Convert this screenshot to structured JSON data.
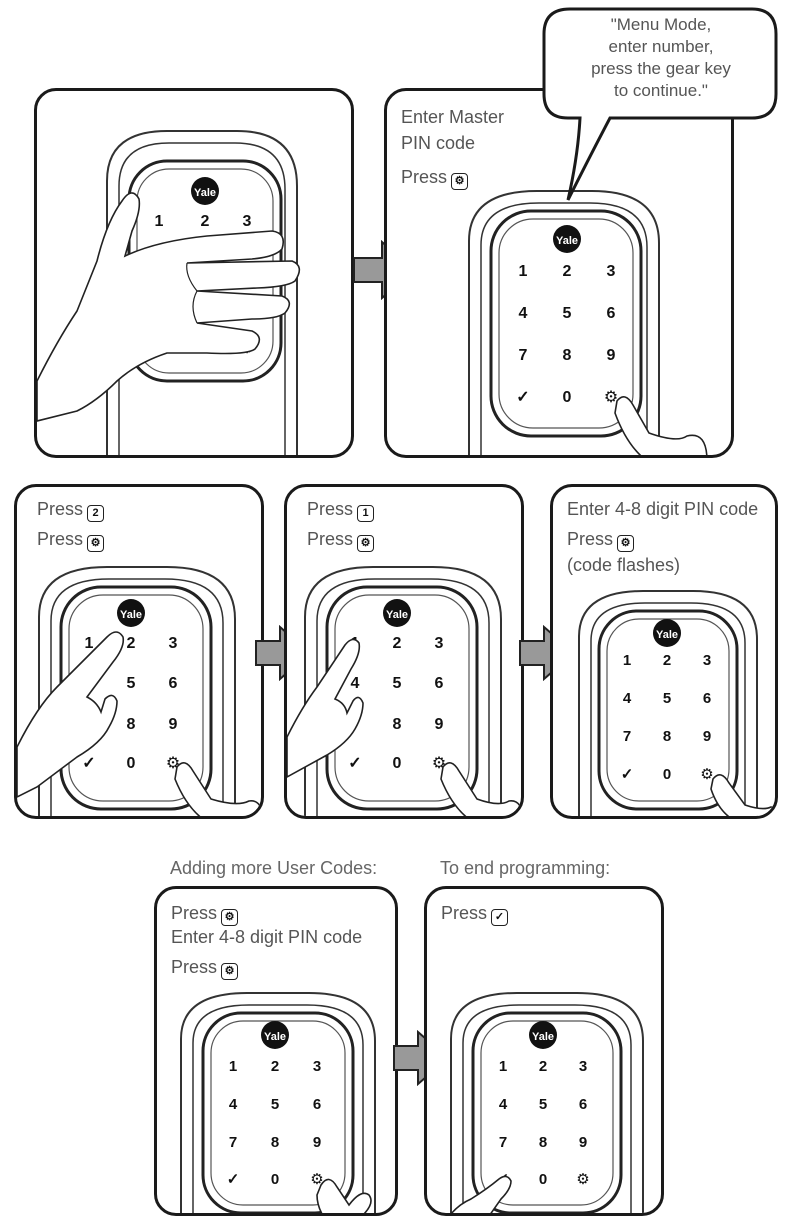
{
  "brand": "Yale",
  "keypad_keys": [
    "1",
    "2",
    "3",
    "4",
    "5",
    "6",
    "7",
    "8",
    "9",
    "✓",
    "0",
    "⚙"
  ],
  "panel1": {},
  "panel2": {
    "line1": "Enter Master",
    "line2": "PIN code",
    "press": "Press",
    "key": "gear"
  },
  "bubble": {
    "line1": "\"Menu Mode,",
    "line2": "enter number,",
    "line3": "press the gear key",
    "line4": "to continue.\""
  },
  "panel3": {
    "press1": "Press",
    "key1": "2",
    "press2": "Press",
    "key2": "gear"
  },
  "panel4": {
    "press1": "Press",
    "key1": "1",
    "press2": "Press",
    "key2": "gear"
  },
  "panel5": {
    "line1": "Enter 4-8 digit PIN code",
    "press": "Press",
    "key": "gear",
    "line3": "(code flashes)"
  },
  "section_more": {
    "heading": "Adding more User Codes:",
    "press1": "Press",
    "line2": "Enter 4-8 digit PIN code",
    "press2": "Press"
  },
  "section_end": {
    "heading": "To end programming:",
    "press": "Press",
    "key": "check"
  }
}
